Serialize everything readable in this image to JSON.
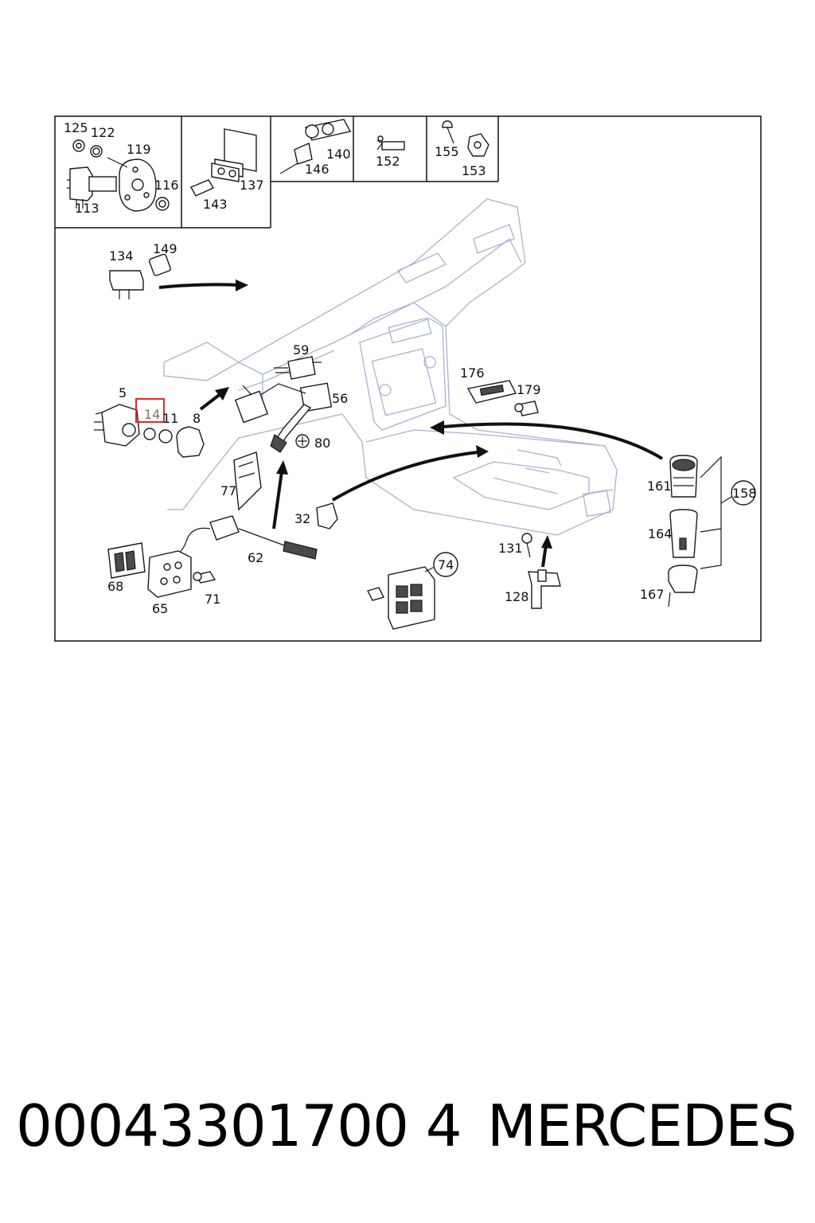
{
  "labels": {
    "p125": "125",
    "p122": "122",
    "p119": "119",
    "p116": "116",
    "p113": "113",
    "p137": "137",
    "p143": "143",
    "p140": "140",
    "p146": "146",
    "p152": "152",
    "p155": "155",
    "p153": "153",
    "p134": "134",
    "p149": "149",
    "p59": "59",
    "p56": "56",
    "p80": "80",
    "p5": "5",
    "p14": "14",
    "p11": "11",
    "p8": "8",
    "p77": "77",
    "p62": "62",
    "p32": "32",
    "p68": "68",
    "p65": "65",
    "p71": "71",
    "p74": "74",
    "p176": "176",
    "p179": "179",
    "p131": "131",
    "p128": "128",
    "p161": "161",
    "p164": "164",
    "p167": "167",
    "p158": "158"
  },
  "highlighted_label": "14",
  "footer": {
    "part_number": "00043301700 4",
    "brand": "MERCEDES"
  }
}
